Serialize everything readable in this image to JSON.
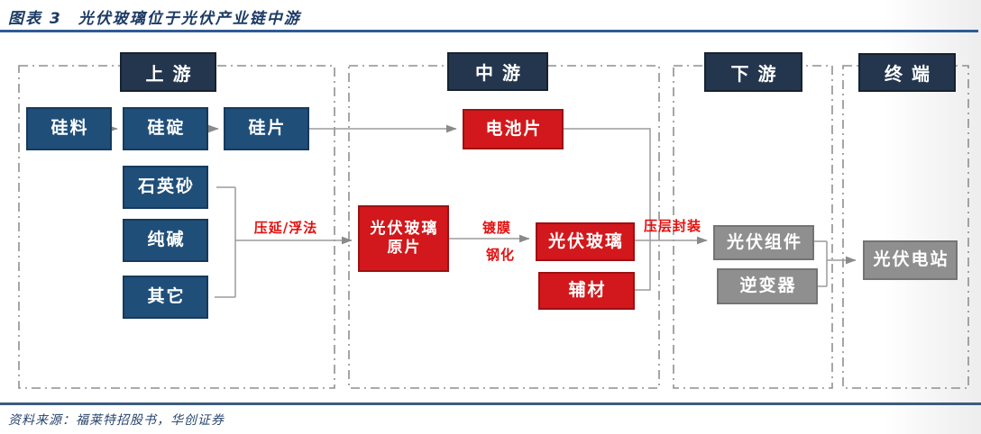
{
  "header": {
    "figure_label": "图表 3",
    "title": "光伏玻璃位于光伏产业链中游"
  },
  "footer": {
    "source": "资料来源：福莱特招股书，华创证券"
  },
  "sections": [
    {
      "id": "upstream",
      "label": "上游"
    },
    {
      "id": "midstream",
      "label": "中游"
    },
    {
      "id": "downstream",
      "label": "下游"
    },
    {
      "id": "terminal",
      "label": "终端"
    }
  ],
  "nodes": [
    {
      "id": "silicon-material",
      "label": "硅料",
      "color": "blue",
      "section": "upstream"
    },
    {
      "id": "silicon-ingot",
      "label": "硅碇",
      "color": "blue",
      "section": "upstream"
    },
    {
      "id": "silicon-wafer",
      "label": "硅片",
      "color": "blue",
      "section": "upstream"
    },
    {
      "id": "quartz-sand",
      "label": "石英砂",
      "color": "blue",
      "section": "upstream"
    },
    {
      "id": "soda-ash",
      "label": "纯碱",
      "color": "blue",
      "section": "upstream"
    },
    {
      "id": "others",
      "label": "其它",
      "color": "blue",
      "section": "upstream"
    },
    {
      "id": "solar-cell",
      "label": "电池片",
      "color": "red",
      "section": "midstream"
    },
    {
      "id": "pv-glass-raw-sheet",
      "label": "光伏玻璃原片",
      "line1": "光伏玻璃",
      "line2": "原片",
      "color": "red",
      "section": "midstream"
    },
    {
      "id": "pv-glass",
      "label": "光伏玻璃",
      "color": "red",
      "section": "midstream"
    },
    {
      "id": "auxiliary-materials",
      "label": "辅材",
      "color": "red",
      "section": "midstream"
    },
    {
      "id": "pv-module",
      "label": "光伏组件",
      "color": "gray",
      "section": "downstream"
    },
    {
      "id": "inverter",
      "label": "逆变器",
      "color": "gray",
      "section": "downstream"
    },
    {
      "id": "pv-power-station",
      "label": "光伏电站",
      "color": "gray",
      "section": "terminal"
    }
  ],
  "edge_labels": [
    {
      "id": "calendering-float",
      "text": "压延/浮法"
    },
    {
      "id": "coating",
      "text": "镀膜"
    },
    {
      "id": "tempering",
      "text": "钢化"
    },
    {
      "id": "lamination",
      "text": "压层封装"
    }
  ],
  "edges": [
    {
      "from": "硅料",
      "to": "硅碇"
    },
    {
      "from": "硅碇",
      "to": "硅片"
    },
    {
      "from": "硅片",
      "to": "电池片"
    },
    {
      "from": "石英砂/纯碱/其它",
      "to": "光伏玻璃原片",
      "label": "压延/浮法"
    },
    {
      "from": "光伏玻璃原片",
      "to": "光伏玻璃",
      "label": "镀膜 钢化"
    },
    {
      "from": "光伏玻璃",
      "to": "光伏组件",
      "label": "压层封装"
    },
    {
      "from": "电池片/辅材",
      "to": "光伏组件"
    },
    {
      "from": "光伏组件/逆变器",
      "to": "光伏电站"
    }
  ],
  "colors": {
    "header_navy": "#24364e",
    "box_blue": "#1f4e79",
    "box_red": "#d2181c",
    "box_red_border": "#9d1113",
    "box_gray": "#8f8f8f",
    "rule_blue": "#2e5b97",
    "title_text": "#1b3a66",
    "edge_label_red": "#e3100f",
    "connector_gray": "#9b9b9b"
  }
}
